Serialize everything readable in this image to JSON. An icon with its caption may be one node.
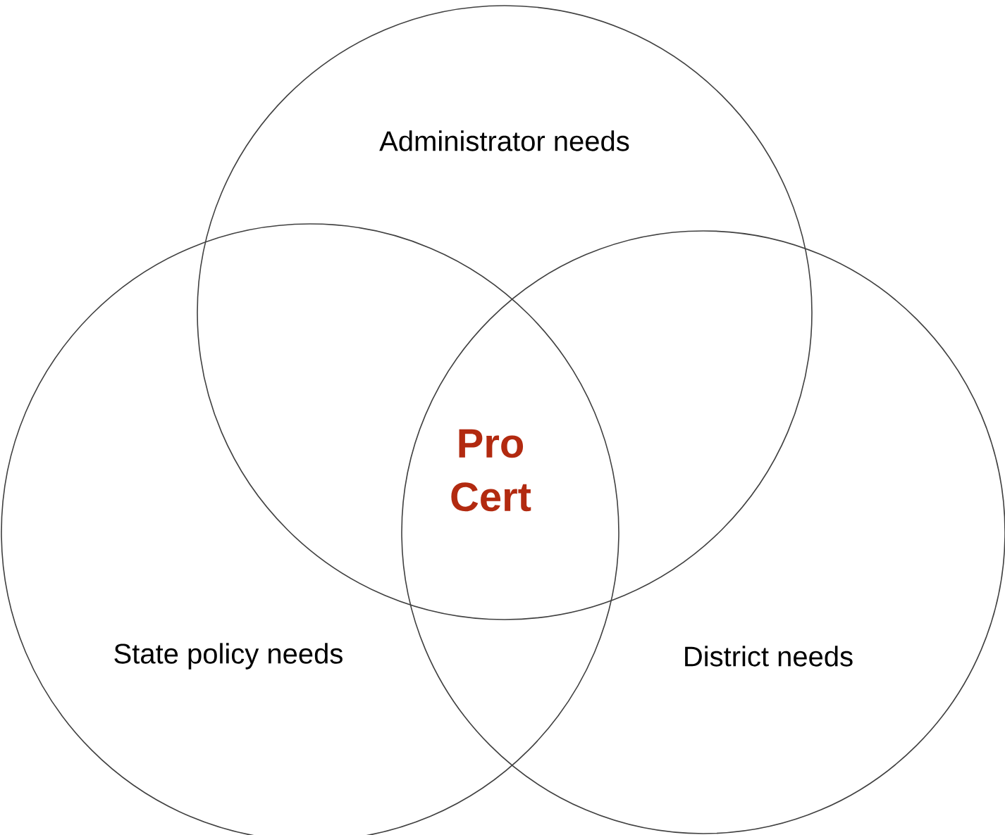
{
  "diagram": {
    "nodes": [
      {
        "text": [
          "Administrator needs"
        ]
      },
      {
        "text": [
          "State policy needs"
        ]
      },
      {
        "text": [
          "District needs"
        ]
      }
    ],
    "edges": [],
    "labels": [
      "Pro Cert"
    ]
  }
}
